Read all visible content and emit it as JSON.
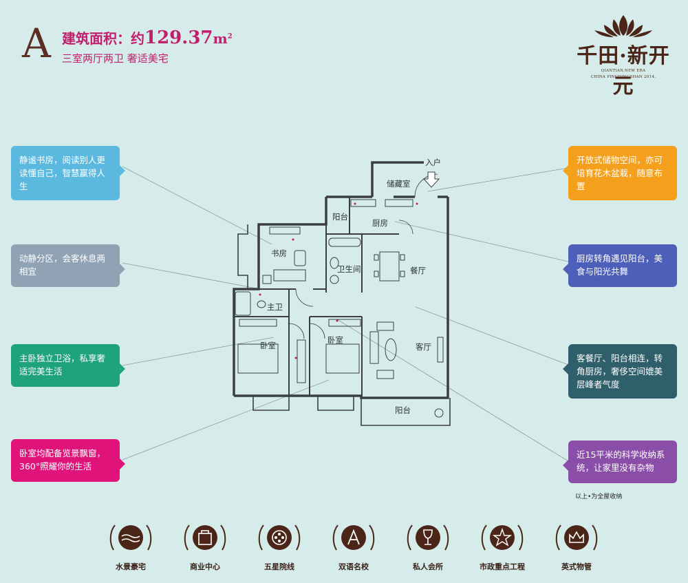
{
  "header": {
    "type_letter": "A",
    "area_label": "建筑面积：约",
    "area_value": "129.37",
    "area_unit": "m",
    "area_unit_sup": "2",
    "subtitle": "三室两厅两卫  奢适美宅"
  },
  "logo": {
    "name": "千田·新开元",
    "en_line1": "QIANTIAN.NEW ERA",
    "en_line2": "CHINA PINGDINGSHAN  2014."
  },
  "callouts": {
    "study": {
      "text": "静谧书房，阅读别人更读懂自己，智慧赢得人生",
      "color": "#5bb8df"
    },
    "zoning": {
      "text": "动静分区，会客休息两相宜",
      "color": "#8fa3b5"
    },
    "master_bath": {
      "text": "主卧独立卫浴，私享奢适完美生活",
      "color": "#1ea37c"
    },
    "bay_window": {
      "text": "卧室均配备览景飘窗，360°照耀你的生活",
      "color": "#e0137a"
    },
    "storage_open": {
      "text": "开放式储物空间，亦可培育花木盆栽，随意布置",
      "color": "#f5a01c"
    },
    "kitchen": {
      "text": "厨房转角遇见阳台，美食与阳光共舞",
      "color": "#4d5fb8"
    },
    "living": {
      "text": "客餐厅、阳台相连，转角厨房，奢侈空间媲美层峰者气度",
      "color": "#2f5f6a"
    },
    "storage_total": {
      "text": "近15平米的科学收纳系统，让家里没有杂物",
      "color": "#8b4ea8"
    }
  },
  "note": "以上•为全屋收纳",
  "rooms": {
    "entrance": "入户",
    "storage": "储藏室",
    "balcony_top": "阳台",
    "kitchen": "厨房",
    "study": "书房",
    "bathroom": "卫生间",
    "dining": "餐厅",
    "master_bath": "主卫",
    "bedroom_left": "卧室",
    "bedroom_mid": "卧室",
    "living": "客厅",
    "balcony_bottom": "阳台"
  },
  "features": [
    {
      "label": "水景豪宅",
      "icon": "water-waves-icon"
    },
    {
      "label": "商业中心",
      "icon": "shopping-bag-icon"
    },
    {
      "label": "五星院线",
      "icon": "film-reel-icon"
    },
    {
      "label": "双语名校",
      "icon": "letter-a-icon"
    },
    {
      "label": "私人会所",
      "icon": "wine-glass-icon"
    },
    {
      "label": "市政重点工程",
      "icon": "star-icon"
    },
    {
      "label": "英式物管",
      "icon": "crown-icon"
    }
  ]
}
